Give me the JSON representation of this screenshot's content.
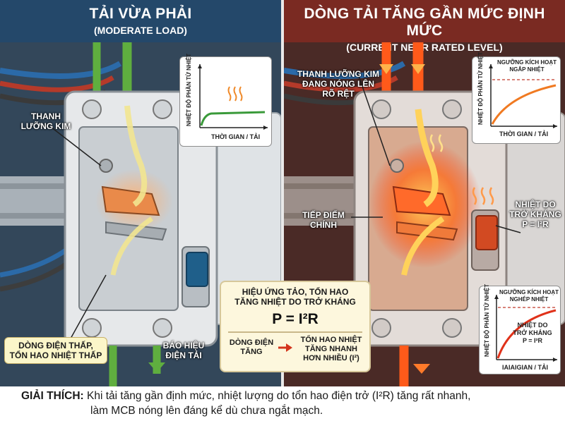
{
  "left": {
    "title": "TẢI VỪA PHẢI",
    "subtitle": "(MODERATE LOAD)",
    "bimetal_label": "THANH\nLƯỠNG KIM",
    "chart_ylabel": "NHIỆT ĐỘ PHẦN TỬ NHIỆT",
    "chart_xlabel": "THỜI GIAN / TẢI",
    "current_label": "DÒNG ĐIỆN THẤP,\nTỔN HAO NHIỆT THẤP",
    "signal_label": "BÁO HIỆU\nĐIỆN TẢI"
  },
  "right": {
    "title": "DÒNG TẢI TĂNG GẦN MỨC ĐỊNH MỨC",
    "subtitle": "(CURRENT NEAR RATED LEVEL)",
    "bimetal_label": "THANH LƯỠNG KIM\nĐANG NÓNG LÊN\nRÕ RỆT",
    "contact_label": "TIẾP ĐIỂM\nCHÍNH",
    "heat_label": "NHIỆT DO\nTRỞ KHÁNG\nP = I²R",
    "chart1": {
      "threshold": "NGƯỠNG KÍCH HOẠT\nNGẮP NHIỆT",
      "ylabel": "NHIỆT ĐỘ PHẦN TỬ NHIỆT",
      "xlabel": "THỜI GIAN / TẢI"
    },
    "chart2": {
      "threshold": "NGƯỠNG KÍCH HOẠT\nNGHÉP NHIỆT",
      "ylabel": "NHIỆT ĐỘ PHẦN TỬ NHIỆT",
      "xlabel": "IAIAIGIAN / TẢI",
      "annotation": "NHIỆT DO\nTRỞ KHÁNG\nP = I²R"
    }
  },
  "formula_box": {
    "title": "HIỆU ỨNG TẢO, TỔN HAO\nTĂNG NHIỆT DO TRỞ KHÁNG",
    "formula": "P = I²R",
    "left": "DÒNG ĐIỆN\nTĂNG",
    "right": "TỔN HAO NHIỆT\nTĂNG NHANH\nHƠN NHIỀU (I²)"
  },
  "footer": {
    "label": "GIẢI THÍCH:",
    "line1": "Khi tải tăng gần định mức, nhiệt lượng do tổn hao điện trở (I²R) tăng rất nhanh,",
    "line2": "làm MCB nóng lên đáng kể dù chưa ngắt mạch."
  },
  "colors": {
    "left_header": "#24486a",
    "right_header": "#7a2a22",
    "wire_green": "#4c9a3a",
    "current_orange": "#ff5a1a",
    "breaker_body": "#e6e8ea",
    "toggle_blue": "#1f5f8a",
    "toggle_red": "#d24a22"
  }
}
